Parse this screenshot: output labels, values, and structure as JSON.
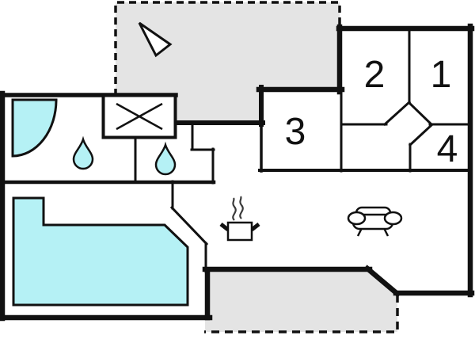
{
  "plan": {
    "title": "floor-plan",
    "rooms": [
      {
        "number": "1"
      },
      {
        "number": "2"
      },
      {
        "number": "3"
      },
      {
        "number": "4"
      }
    ],
    "colors": {
      "water": "#b5f1f5",
      "terrace": "#e4e4e4",
      "wall": "#111111",
      "background": "#ffffff",
      "icon_fill": "#ffffff"
    },
    "icons": {
      "north_arrow": "north-arrow",
      "fireplace": "crossed-box-fireplace",
      "corner_bath": "corner-bathtub",
      "water_drop_1": "water-drop",
      "water_drop_2": "water-drop",
      "pool": "swimming-pool",
      "cooking_pot": "cooking-pot-with-steam",
      "sofa": "sofa"
    }
  }
}
